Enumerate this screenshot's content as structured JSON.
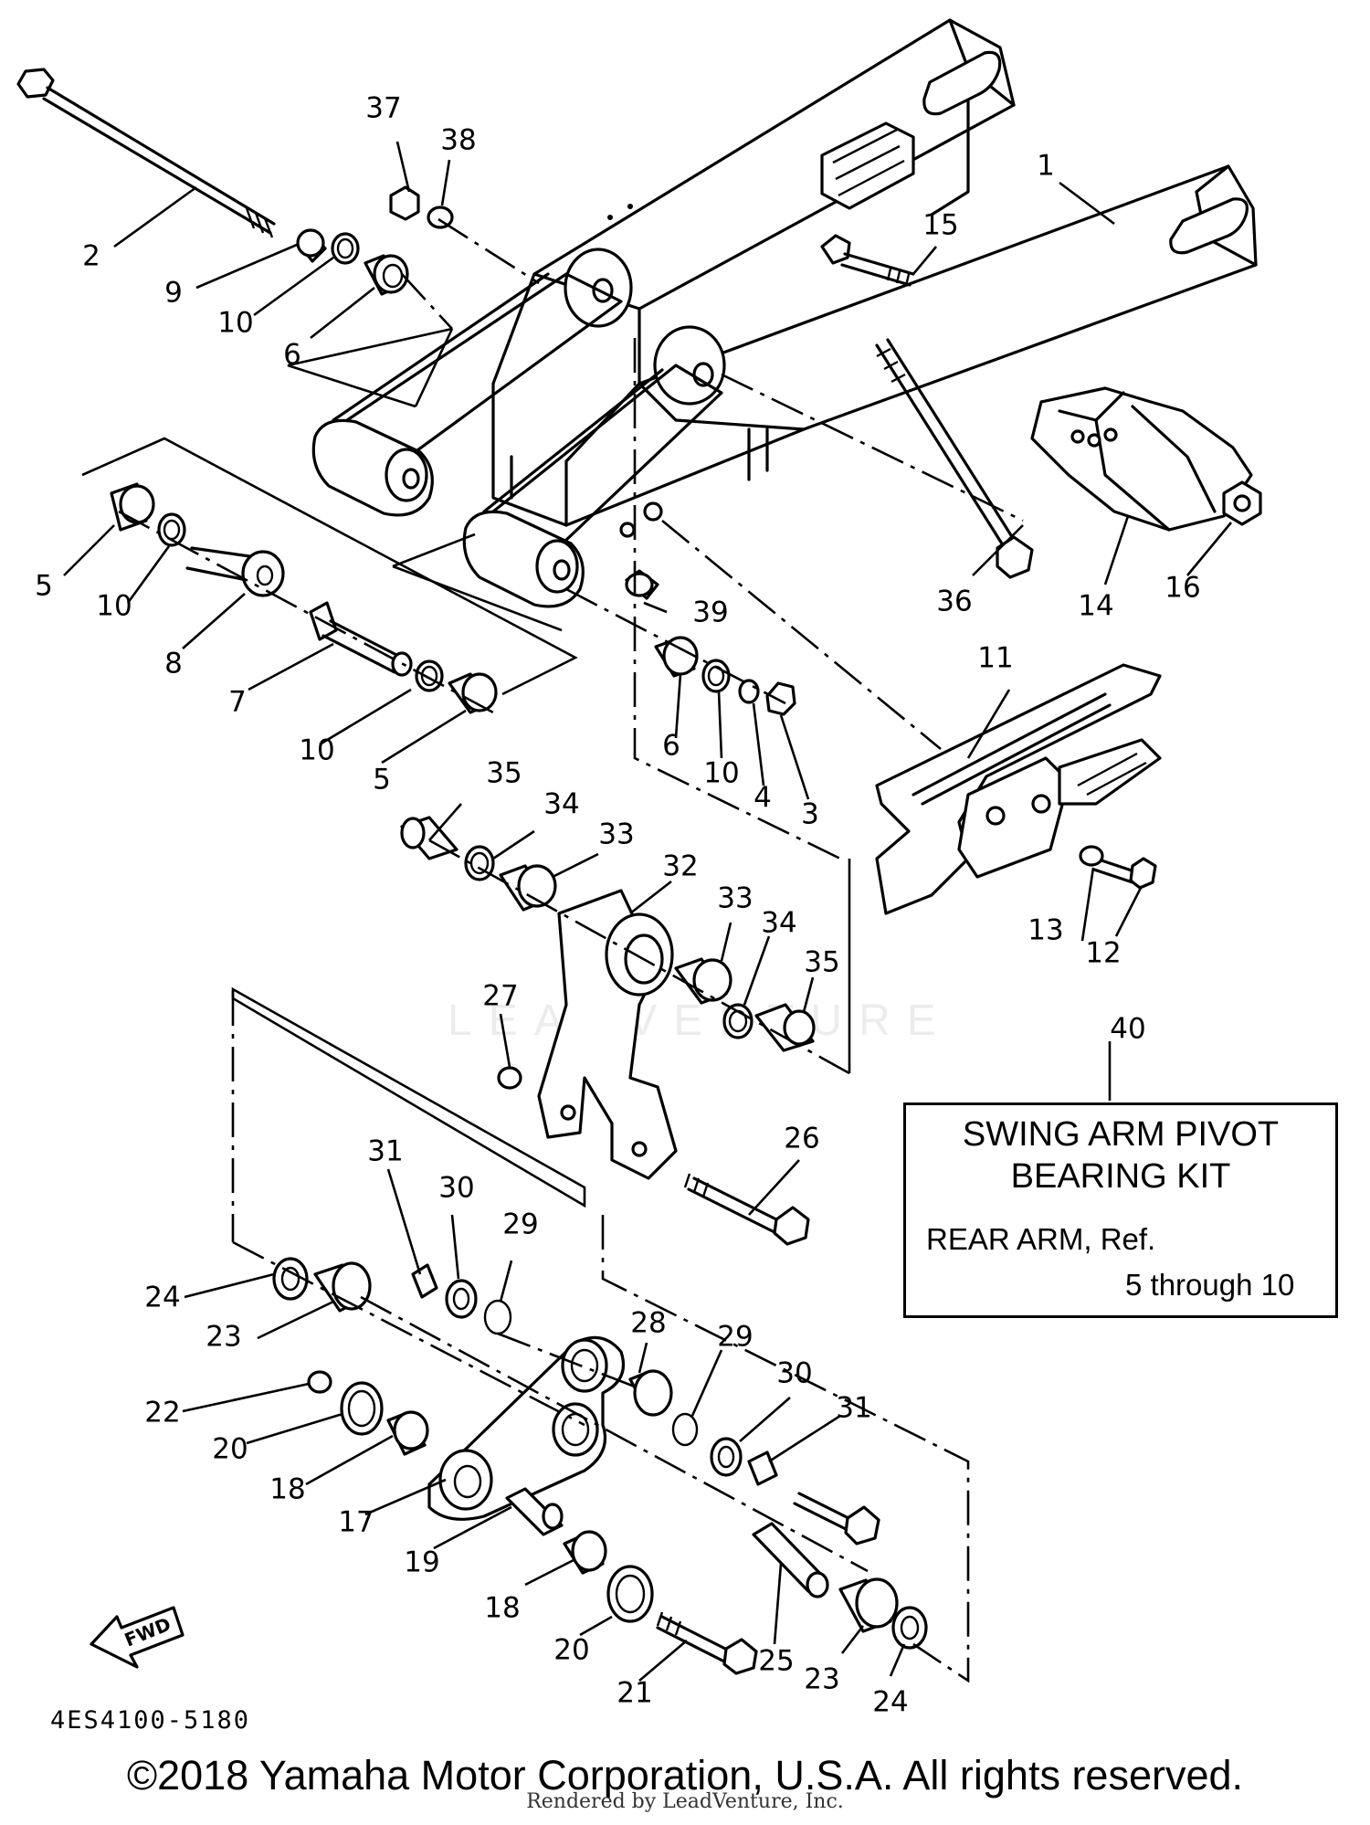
{
  "callouts": [
    {
      "id": "1",
      "text": "1"
    },
    {
      "id": "2",
      "text": "2"
    },
    {
      "id": "3",
      "text": "3"
    },
    {
      "id": "4",
      "text": "4"
    },
    {
      "id": "5a",
      "text": "5"
    },
    {
      "id": "5b",
      "text": "5"
    },
    {
      "id": "6a",
      "text": "6"
    },
    {
      "id": "6b",
      "text": "6"
    },
    {
      "id": "7",
      "text": "7"
    },
    {
      "id": "8",
      "text": "8"
    },
    {
      "id": "9",
      "text": "9"
    },
    {
      "id": "10a",
      "text": "10"
    },
    {
      "id": "10b",
      "text": "10"
    },
    {
      "id": "10c",
      "text": "10"
    },
    {
      "id": "10d",
      "text": "10"
    },
    {
      "id": "11",
      "text": "11"
    },
    {
      "id": "12",
      "text": "12"
    },
    {
      "id": "13",
      "text": "13"
    },
    {
      "id": "14",
      "text": "14"
    },
    {
      "id": "15",
      "text": "15"
    },
    {
      "id": "16",
      "text": "16"
    },
    {
      "id": "17",
      "text": "17"
    },
    {
      "id": "18a",
      "text": "18"
    },
    {
      "id": "18b",
      "text": "18"
    },
    {
      "id": "19",
      "text": "19"
    },
    {
      "id": "20a",
      "text": "20"
    },
    {
      "id": "20b",
      "text": "20"
    },
    {
      "id": "21",
      "text": "21"
    },
    {
      "id": "22",
      "text": "22"
    },
    {
      "id": "23a",
      "text": "23"
    },
    {
      "id": "23b",
      "text": "23"
    },
    {
      "id": "24a",
      "text": "24"
    },
    {
      "id": "24b",
      "text": "24"
    },
    {
      "id": "25",
      "text": "25"
    },
    {
      "id": "26",
      "text": "26"
    },
    {
      "id": "27",
      "text": "27"
    },
    {
      "id": "28",
      "text": "28"
    },
    {
      "id": "29a",
      "text": "29"
    },
    {
      "id": "29b",
      "text": "29"
    },
    {
      "id": "30a",
      "text": "30"
    },
    {
      "id": "30b",
      "text": "30"
    },
    {
      "id": "31a",
      "text": "31"
    },
    {
      "id": "31b",
      "text": "31"
    },
    {
      "id": "32",
      "text": "32"
    },
    {
      "id": "33a",
      "text": "33"
    },
    {
      "id": "33b",
      "text": "33"
    },
    {
      "id": "34a",
      "text": "34"
    },
    {
      "id": "34b",
      "text": "34"
    },
    {
      "id": "35a",
      "text": "35"
    },
    {
      "id": "35b",
      "text": "35"
    },
    {
      "id": "36",
      "text": "36"
    },
    {
      "id": "37",
      "text": "37"
    },
    {
      "id": "38",
      "text": "38"
    },
    {
      "id": "39",
      "text": "39"
    },
    {
      "id": "40",
      "text": "40"
    }
  ],
  "kit_box": {
    "title_line1": "SWING ARM PIVOT",
    "title_line2": "BEARING KIT",
    "ref_line1": "REAR ARM, Ref.",
    "ref_line2": "5 through 10"
  },
  "fwd_label": "FWD",
  "diagram_code": "4ES4100-5180",
  "copyright": "©2018 Yamaha Motor Corporation, U.S.A. All rights reserved.",
  "rendered_by": "Rendered by LeadVenture, Inc.",
  "watermark": "LEADVENTURE"
}
